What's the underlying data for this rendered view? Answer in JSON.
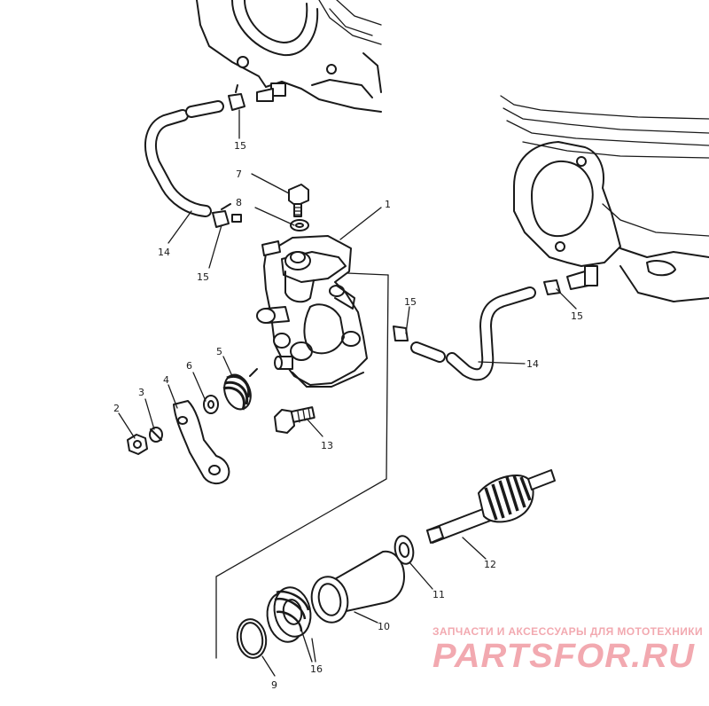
{
  "callouts": {
    "c1": "1",
    "c2": "2",
    "c3": "3",
    "c4": "4",
    "c5": "5",
    "c6": "6",
    "c7": "7",
    "c8": "8",
    "c9": "9",
    "c10": "10",
    "c11": "11",
    "c12": "12",
    "c13": "13",
    "c14a": "14",
    "c14b": "14",
    "c15a": "15",
    "c15b": "15",
    "c15c": "15",
    "c15d": "15",
    "c16": "16"
  },
  "watermark": {
    "tagline": "ЗАПЧАСТИ И АКСЕССУАРЫ ДЛЯ МОТОТЕХНИКИ",
    "logo": "PARTSFOR.RU"
  }
}
